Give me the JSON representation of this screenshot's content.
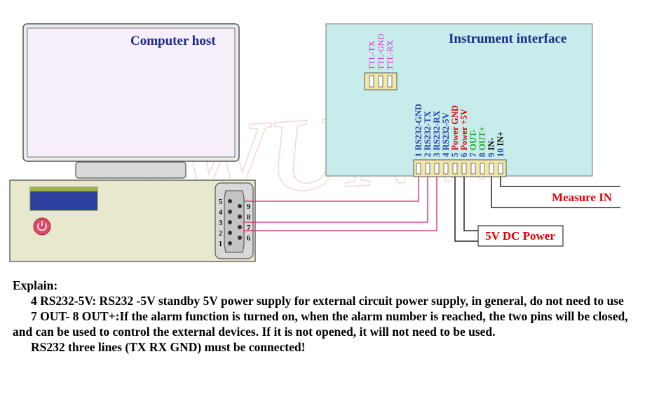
{
  "computer": {
    "title": "Computer host"
  },
  "instrument": {
    "title": "Instrument interface"
  },
  "watermark": "GWUNW",
  "ttl": {
    "pins": [
      "TTL-TX",
      "TTL-GND",
      "TTL-RX"
    ],
    "color": "#cc33cc"
  },
  "db9": {
    "left_pins": [
      "5",
      "4",
      "3",
      "2",
      "1"
    ],
    "right_pins": [
      "9",
      "8",
      "7",
      "6"
    ]
  },
  "terminal": {
    "pins": [
      {
        "num": "1",
        "label": "RS232-GND",
        "color": "#1f3fa6"
      },
      {
        "num": "2",
        "label": "RS232-TX",
        "color": "#1f3fa6"
      },
      {
        "num": "3",
        "label": "RS232-RX",
        "color": "#1f3fa6"
      },
      {
        "num": "4",
        "label": "RS232-5V",
        "color": "#1f3fa6"
      },
      {
        "num": "5",
        "label": "Power GND",
        "color": "#e00000"
      },
      {
        "num": "6",
        "label": "Power +5V",
        "color": "#e00000"
      },
      {
        "num": "7",
        "label": "OUT-",
        "color": "#1aa31a"
      },
      {
        "num": "8",
        "label": "OUT+",
        "color": "#1aa31a"
      },
      {
        "num": "9",
        "label": "IN-",
        "color": "#000000"
      },
      {
        "num": "10",
        "label": "IN+",
        "color": "#000000"
      }
    ]
  },
  "labels": {
    "measure_in": "Measure IN",
    "dc_power": "5V DC Power"
  },
  "explain": {
    "heading": "Explain:",
    "lines": [
      "4 RS232-5V: RS232 -5V standby 5V power supply for external circuit power supply, in general, do not need to use",
      "7 OUT- 8 OUT+:If the alarm function is turned on, when the alarm number is reached, the two pins will be closed, and can be used to control the external devices. If it is not opened, it will not need to be used.",
      "RS232 three lines (TX RX GND) must be connected!"
    ]
  },
  "colors": {
    "title_blue": "#1a2a8c",
    "wire_pink": "#e0205a",
    "panel_cyan": "#c8ecec",
    "screen_pink": "#f6eef9",
    "case_beige": "#e8e8cc"
  }
}
